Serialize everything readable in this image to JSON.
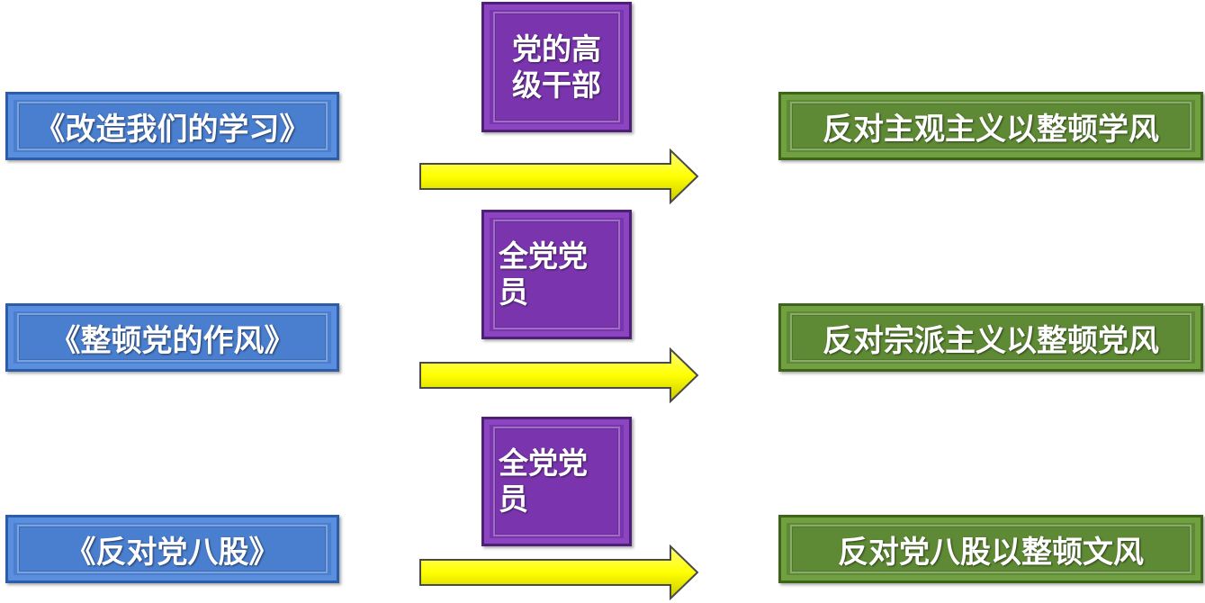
{
  "rows": [
    {
      "source": "《改造我们的学习》",
      "audience": "党的高级干部",
      "audience_lines": [
        "党的高",
        "级干部"
      ],
      "target": "反对主观主义以整顿学风"
    },
    {
      "source": "《整顿党的作风》",
      "audience": "全党党员",
      "audience_lines": [
        "全党党",
        "员"
      ],
      "target": "反对宗派主义以整顿党风"
    },
    {
      "source": "《反对党八股》",
      "audience": "全党党员",
      "audience_lines": [
        "全党党",
        "员"
      ],
      "target": "反对党八股以整顿文风"
    }
  ],
  "colors": {
    "source_box": "#4a7fd0",
    "audience_box": "#7a35ae",
    "target_box": "#5f8a35",
    "arrow": "#ffff00"
  },
  "icons": {
    "connector": "right-arrow-icon"
  }
}
